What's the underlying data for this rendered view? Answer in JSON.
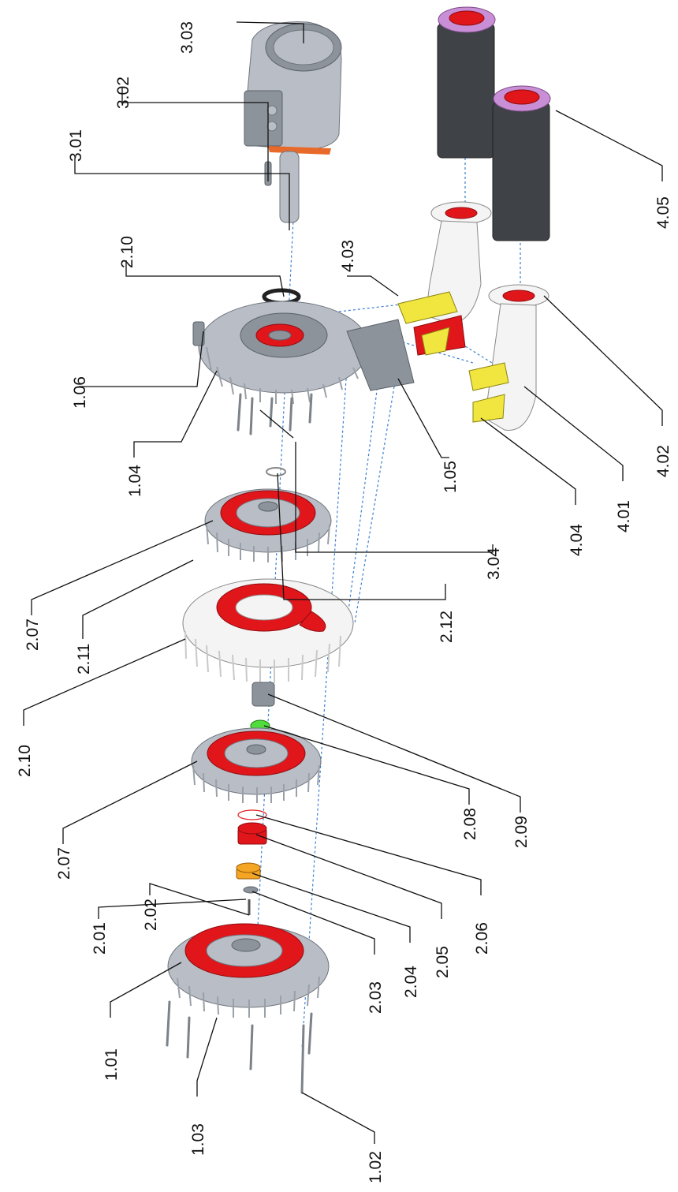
{
  "labels": [
    {
      "id": "1.01",
      "text": "1.01"
    },
    {
      "id": "1.02",
      "text": "1.02"
    },
    {
      "id": "1.03",
      "text": "1.03"
    },
    {
      "id": "1.04",
      "text": "1.04"
    },
    {
      "id": "1.05",
      "text": "1.05"
    },
    {
      "id": "1.06",
      "text": "1.06"
    },
    {
      "id": "2.01",
      "text": "2.01"
    },
    {
      "id": "2.02",
      "text": "2.02"
    },
    {
      "id": "2.03",
      "text": "2.03"
    },
    {
      "id": "2.04",
      "text": "2.04"
    },
    {
      "id": "2.05",
      "text": "2.05"
    },
    {
      "id": "2.06",
      "text": "2.06"
    },
    {
      "id": "2.07a",
      "text": "2.07"
    },
    {
      "id": "2.07b",
      "text": "2.07"
    },
    {
      "id": "2.08",
      "text": "2.08"
    },
    {
      "id": "2.09",
      "text": "2.09"
    },
    {
      "id": "2.10a",
      "text": "2.10"
    },
    {
      "id": "2.10b",
      "text": "2.10"
    },
    {
      "id": "2.11",
      "text": "2.11"
    },
    {
      "id": "2.12",
      "text": "2.12"
    },
    {
      "id": "3.01",
      "text": "3.01"
    },
    {
      "id": "3.02",
      "text": "3.02"
    },
    {
      "id": "3.03",
      "text": "3.03"
    },
    {
      "id": "3.04",
      "text": "3.04"
    },
    {
      "id": "4.01",
      "text": "4.01"
    },
    {
      "id": "4.02",
      "text": "4.02"
    },
    {
      "id": "4.03",
      "text": "4.03"
    },
    {
      "id": "4.04",
      "text": "4.04"
    },
    {
      "id": "4.05",
      "text": "4.05"
    }
  ],
  "colors": {
    "housing": "#b9bec6",
    "highlight": "#e0161b",
    "filter_body": "#3f4347",
    "filter_cap": "#c98fd6",
    "gasket": "#f1e640",
    "spacer": "#f4a523",
    "washer": "#4fdc3c",
    "axis_line": "#3a7fd0"
  }
}
